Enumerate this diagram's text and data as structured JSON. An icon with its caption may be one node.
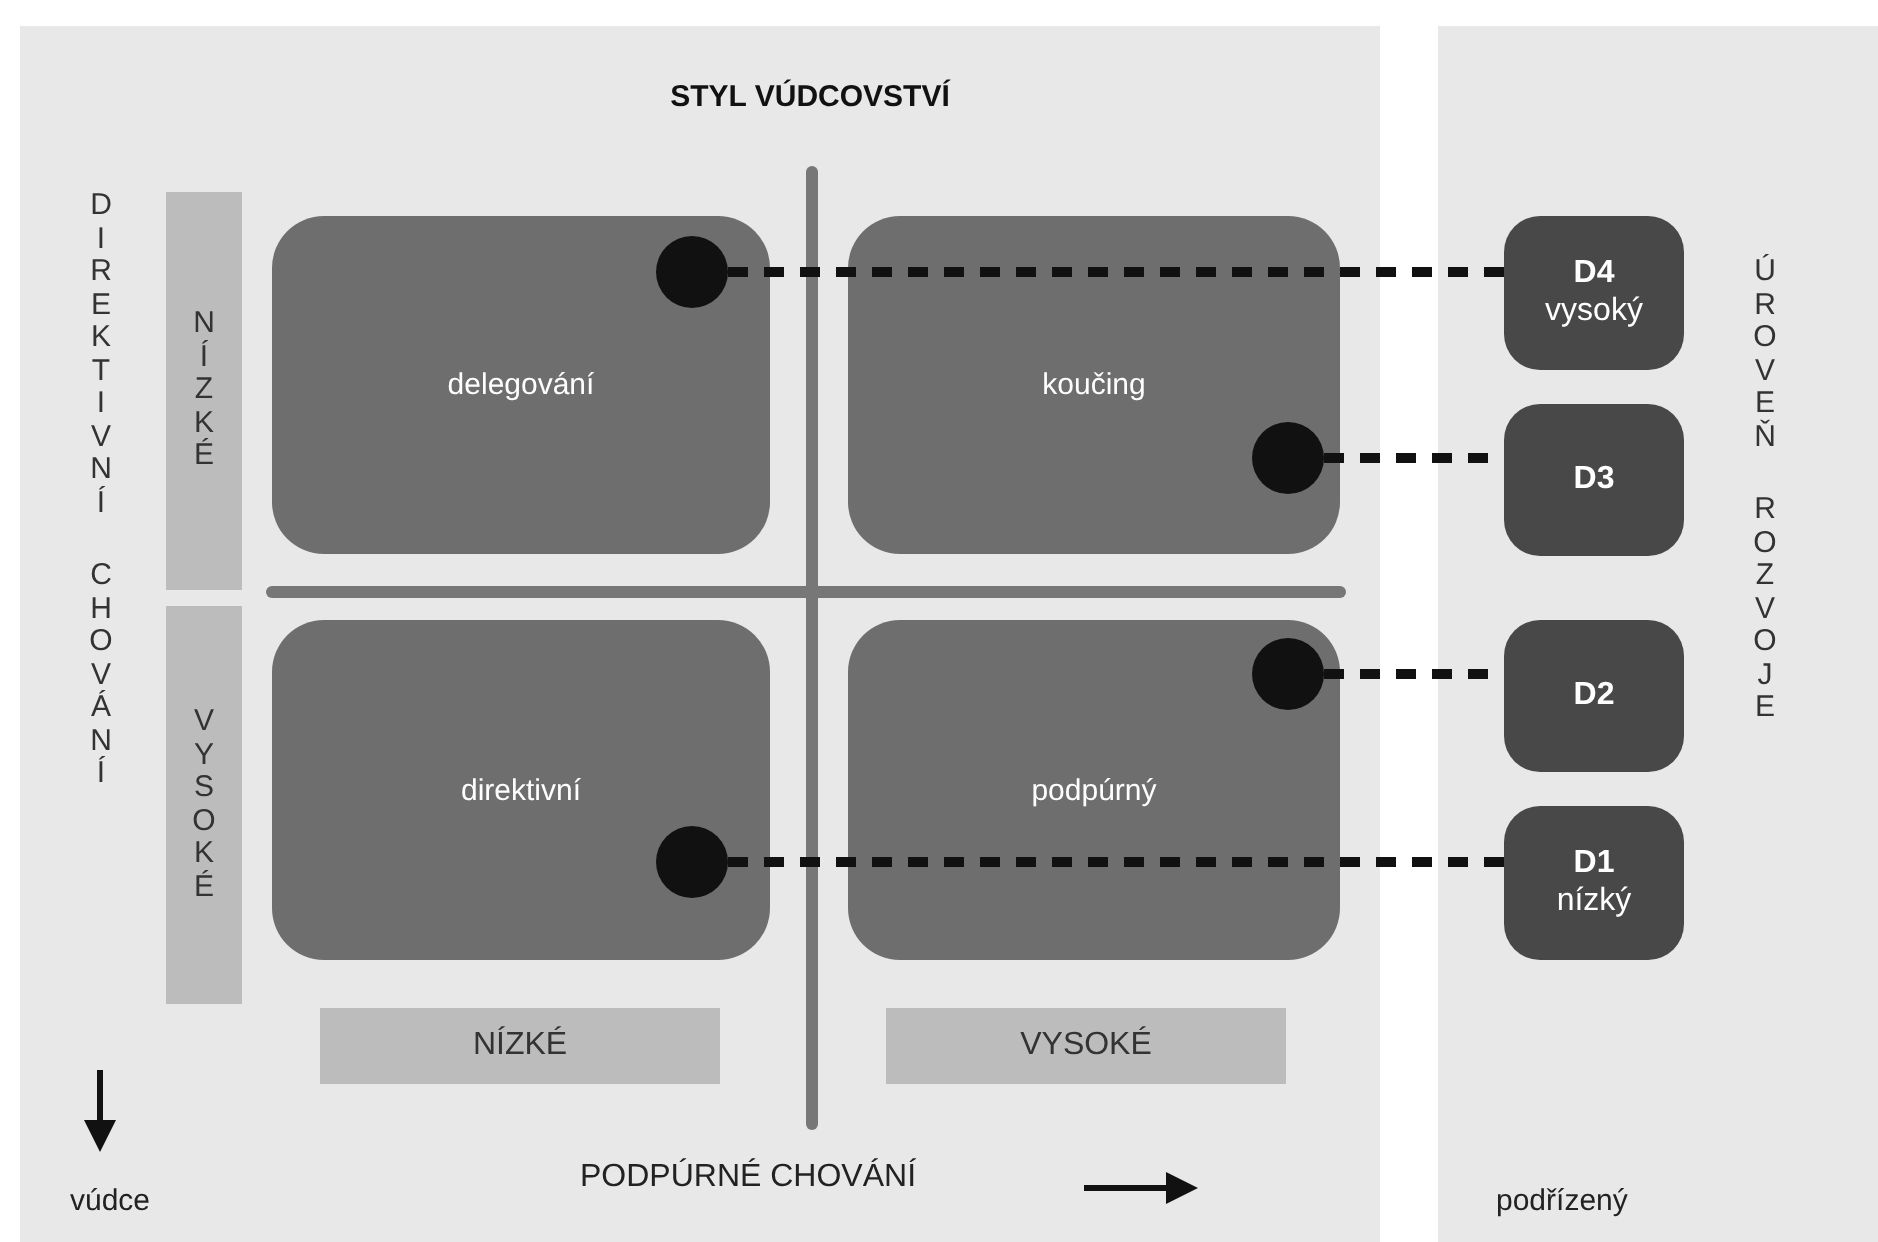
{
  "diagram": {
    "title": "STYL VÚDCOVSTVÍ",
    "nodes": [
      {
        "text": [
          "delegování"
        ]
      },
      {
        "text": [
          "koučing"
        ]
      },
      {
        "text": [
          "direktivní"
        ]
      },
      {
        "text": [
          "podpúrný"
        ]
      },
      {
        "text": [],
        "shape": "circle",
        "in": 0
      },
      {
        "text": [],
        "shape": "circle",
        "in": 1
      },
      {
        "text": [],
        "shape": "circle",
        "in": 3
      },
      {
        "text": [],
        "shape": "circle",
        "in": 2
      },
      {
        "text": [
          "D4",
          "vysoký"
        ]
      },
      {
        "text": [
          "D3"
        ]
      },
      {
        "text": [
          "D2"
        ]
      },
      {
        "text": [
          "D1",
          "nízký"
        ]
      },
      {
        "text": [
          "NÍZKÉ"
        ]
      },
      {
        "text": [
          "VYSOKÉ"
        ]
      },
      {
        "text": [
          "NÍZKÉ"
        ]
      },
      {
        "text": [
          "VYSOKÉ"
        ]
      }
    ],
    "edges": [
      {
        "from": 4,
        "to": 8,
        "arrow": "none",
        "style": "dashed"
      },
      {
        "from": 5,
        "to": 9,
        "arrow": "none",
        "style": "dashed"
      },
      {
        "from": 6,
        "to": 10,
        "arrow": "none",
        "style": "dashed"
      },
      {
        "from": 7,
        "to": 11,
        "arrow": "none",
        "style": "dashed"
      }
    ],
    "labels": [
      "DIREKTIVNÍ CHOVÁNÍ",
      "ÚROVEŇ ROZVOJE",
      "vúdce",
      "PODPÚRNÉ CHOVÁNÍ",
      "podřízený"
    ]
  }
}
